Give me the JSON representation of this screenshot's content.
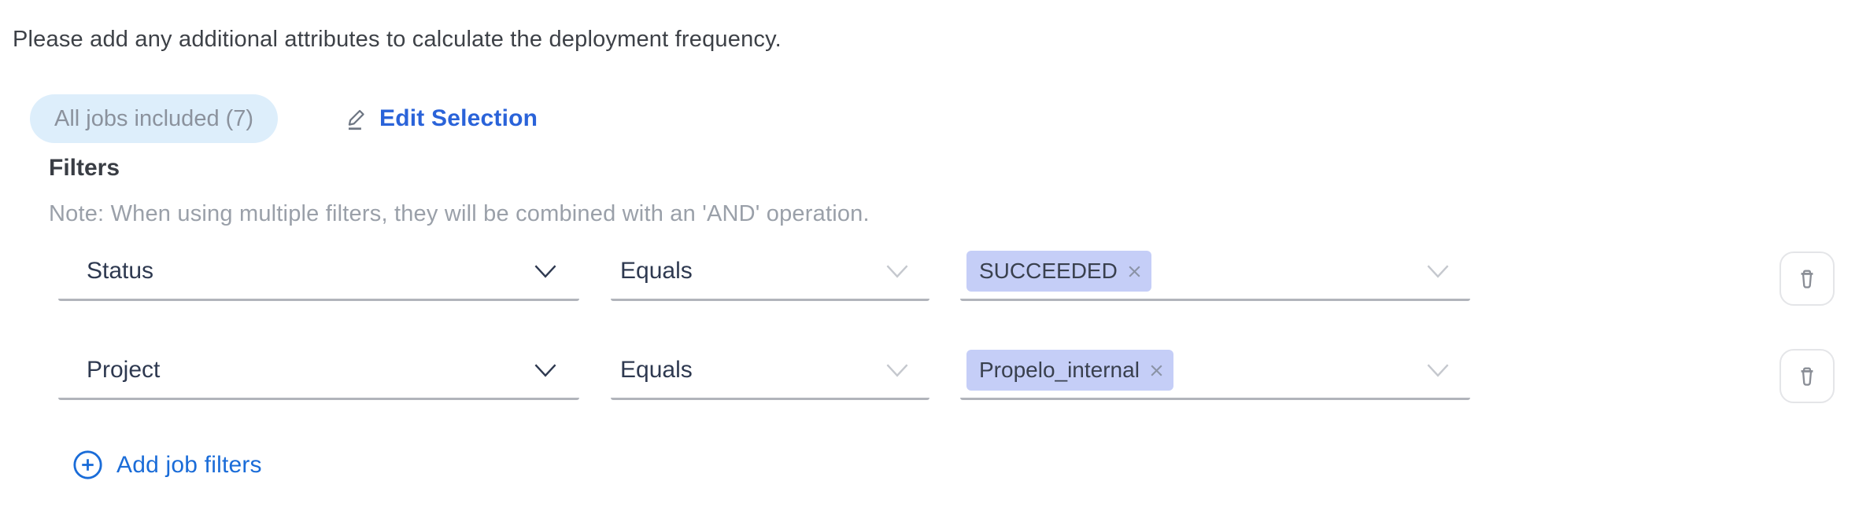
{
  "page": {
    "intro": "Please add any additional attributes to calculate the deployment frequency."
  },
  "jobs": {
    "badge_label": "All jobs included (7)",
    "edit_label": "Edit Selection"
  },
  "filters": {
    "title": "Filters",
    "note": "Note: When using multiple filters, they will be combined with an 'AND' operation.",
    "add_label": "Add job filters",
    "rows": [
      {
        "attribute": "Status",
        "operator": "Equals",
        "value_tags": [
          "SUCCEEDED"
        ]
      },
      {
        "attribute": "Project",
        "operator": "Equals",
        "value_tags": [
          "Propelo_internal"
        ]
      }
    ]
  },
  "icons": {
    "edit": "pencil-underline-icon",
    "chevron": "chevron-down-icon",
    "tag_remove": "close-icon",
    "delete_row": "trash-icon",
    "add": "plus-circle-icon"
  },
  "colors": {
    "link_blue": "#2a63d9",
    "add_blue": "#1a6cd8",
    "badge_bg": "#ddeefb",
    "badge_text": "#8b929d",
    "tag_bg": "#c5cef7",
    "tag_text": "#39404e",
    "select_text": "#2e3950",
    "underline_gray": "#b1b4bb",
    "note_gray": "#9aa0a9",
    "heading_text": "#393d44",
    "trash_border": "#e4e5e8",
    "trash_icon": "#8a8e96"
  }
}
